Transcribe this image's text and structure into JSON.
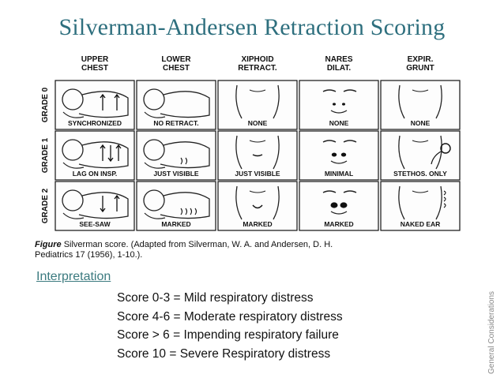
{
  "title": "Silverman-Andersen Retraction Scoring",
  "figure": {
    "columns": [
      "UPPER\nCHEST",
      "LOWER\nCHEST",
      "XIPHOID\nRETRACT.",
      "NARES\nDILAT.",
      "EXPIR.\nGRUNT"
    ],
    "grades": [
      "GRADE 0",
      "GRADE 1",
      "GRADE 2"
    ],
    "labels": [
      [
        "SYNCHRONIZED",
        "NO RETRACT.",
        "NONE",
        "NONE",
        "NONE"
      ],
      [
        "LAG ON INSP.",
        "JUST VISIBLE",
        "JUST VISIBLE",
        "MINIMAL",
        "STETHOS. ONLY"
      ],
      [
        "SEE-SAW",
        "MARKED",
        "MARKED",
        "MARKED",
        "NAKED EAR"
      ]
    ],
    "caption_label": "Figure",
    "caption_text": "Silverman score. (Adapted from Silverman, W. A. and Andersen, D. H.",
    "caption_source": "Pediatrics 17 (1956), 1-10.)."
  },
  "interpretation": {
    "heading": "Interpretation",
    "lines": [
      "Score 0-3 = Mild respiratory distress",
      "Score 4-6 = Moderate respiratory distress",
      "Score > 6 = Impending respiratory failure",
      "Score 10 = Severe Respiratory distress"
    ]
  },
  "side_label": "General Considerations",
  "colors": {
    "title": "#2e6f7e",
    "interpretation": "#3b7a7f"
  }
}
